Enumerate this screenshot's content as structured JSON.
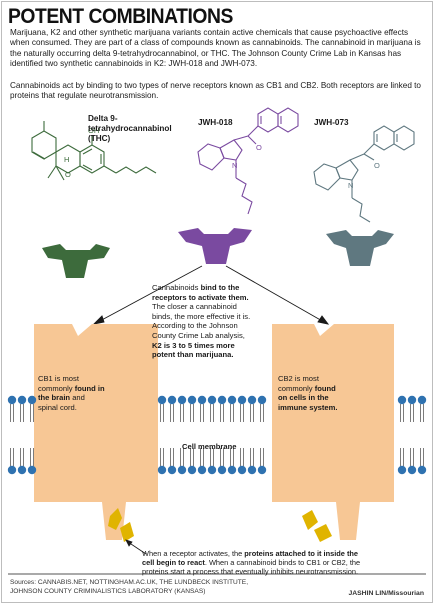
{
  "title": "POTENT COMBINATIONS",
  "intro": "Marijuana, K2 and other synthetic marijuana variants contain active chemicals that cause psychoactive effects when consumed. They are part of a class of compounds known as cannabinoids. The cannabinoid in marijuana is the naturally occurring delta 9-tetrahydrocannabinol, or THC. The Johnson County Crime Lab in Kansas has identified two synthetic cannabinoids in K2: JWH-018 and JWH-073.",
  "receptors_text": "Cannabinoids act by binding to two types of nerve receptors known as CB1 and CB2. Both receptors are linked to proteins that regulate neurotransmission.",
  "molecules": {
    "thc_label_line1": "Delta 9-",
    "thc_label_line2": "tetrahydrocannabinol",
    "thc_label_line3": "(THC)",
    "jwh018_label": "JWH-018",
    "jwh073_label": "JWH-073",
    "atom_h": "H",
    "atom_oh": "OH",
    "atom_o": "O",
    "atom_n": "N"
  },
  "bind_note": {
    "line1_a": "Cannabinoids ",
    "line1_b": "bind to the",
    "line2": "receptors to activate them.",
    "line3": "The closer a cannabinoid",
    "line4": "binds, the more effective it is.",
    "line5": "According to the Johnson",
    "line6": "County Crime Lab analysis,",
    "line7": "K2 is 3 to 5 times more",
    "line8": "potent than marijuana."
  },
  "cb1": {
    "l1": "CB1 is most",
    "l2_a": "commonly ",
    "l2_b": "found in",
    "l3": "the brain",
    "l3_b": " and",
    "l4": "spinal cord."
  },
  "cb2": {
    "l1": "CB2 is most",
    "l2_a": "commonly ",
    "l2_b": "found",
    "l3": "on cells in the",
    "l4": "immune system."
  },
  "membrane_label": "Cell membrane",
  "protein_note": {
    "l1_a": "When a receptor activates, the ",
    "l1_b": "proteins attached to it inside the",
    "l2_a": "cell begin to react",
    "l2_b": ". When a cannabinoid binds to CB1 or CB2, the",
    "l3": "proteins start a process that eventually inhibits neurotransmission."
  },
  "sources": {
    "line1": "Sources: CANNABIS.NET, NOTTINGHAM.AC.UK, THE LUNDBECK INSTITUTE,",
    "line2": "JOHNSON COUNTY CRIMINALISTICS LABORATORY (KANSAS)"
  },
  "credit": "JASHIN LIN/Missourian",
  "colors": {
    "thc": "#3d6b3c",
    "jwh018": "#7a4aa0",
    "jwh073": "#5f7880",
    "receptor": "#f7c795",
    "membrane_head": "#2f72b0",
    "protein": "#e0b400"
  }
}
